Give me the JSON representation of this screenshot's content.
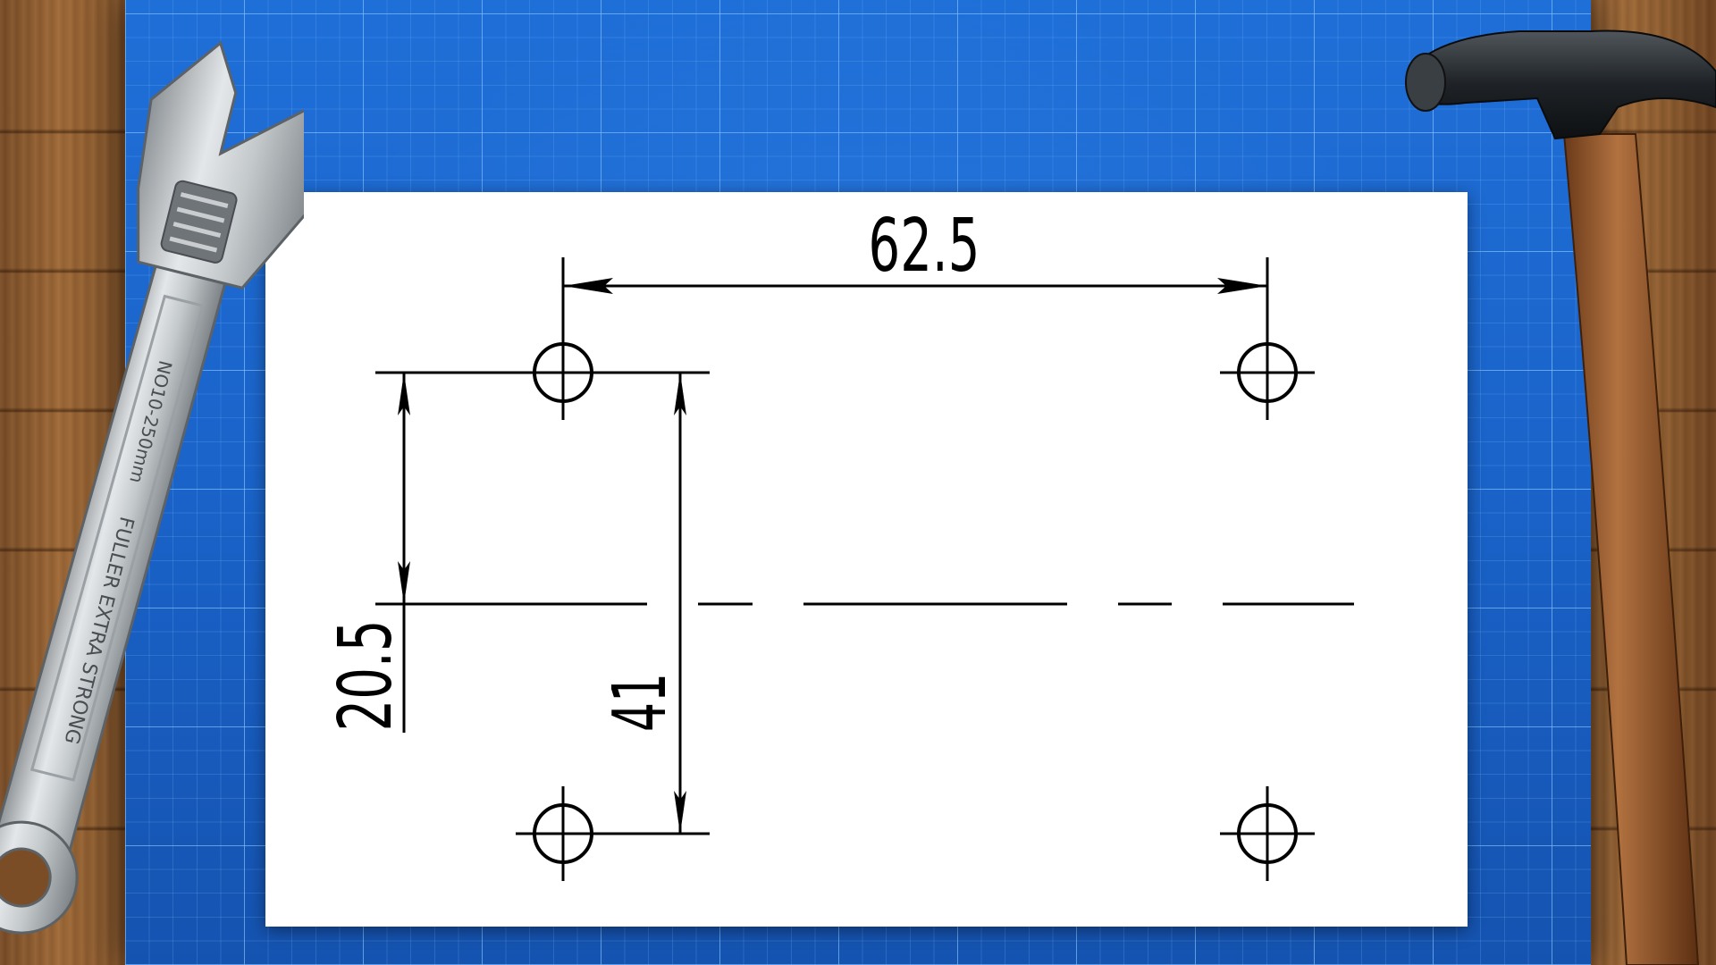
{
  "scene": {
    "background": "wooden workbench",
    "mat_color": "#1a63c9",
    "paper_color": "#ffffff",
    "line_color": "#000000"
  },
  "drawing": {
    "dimensions": {
      "horizontal_spacing": "62.5",
      "half_vertical": "20.5",
      "vertical_spacing": "41"
    },
    "holes": [
      "top-left",
      "top-right",
      "bottom-left",
      "bottom-right"
    ]
  },
  "wrench": {
    "engraving_model": "NO10-250mm",
    "engraving_brand": "FULLER EXTRA STRONG"
  },
  "icons": {
    "left_tool": "wrench-icon",
    "right_tool": "hammer-icon"
  }
}
